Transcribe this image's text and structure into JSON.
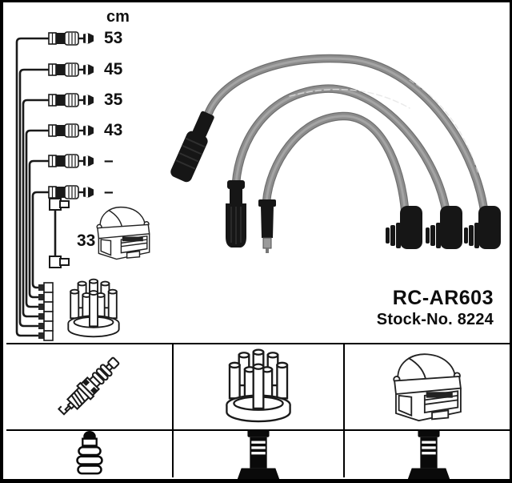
{
  "product": {
    "part_number": "RC-AR603",
    "stock_label": "Stock-No. 8224"
  },
  "measurements": {
    "unit_label": "cm",
    "rows": [
      {
        "value": "53"
      },
      {
        "value": "45"
      },
      {
        "value": "35"
      },
      {
        "value": "43"
      },
      {
        "value": "–"
      },
      {
        "value": "–"
      }
    ],
    "coil_wire_length": "33"
  },
  "diagram": {
    "left_items": [
      "six-spark-plug-cables",
      "coil-wire",
      "ignition-coil-drawing",
      "distributor-cap-drawing"
    ],
    "photo_items": [
      "three-gray-ignition-cables",
      "angled-plug-boot",
      "straight-plug-boots",
      "right-angle-plug-boots"
    ]
  },
  "legend": {
    "cells": [
      {
        "icon": "spark-plug-icon"
      },
      {
        "icon": "distributor-cap-icon"
      },
      {
        "icon": "ignition-coil-icon"
      },
      {
        "icon": "terminal-nut-icon"
      },
      {
        "icon": "din-terminal-icon"
      },
      {
        "icon": "din-terminal-icon"
      }
    ]
  },
  "colors": {
    "background": "#ffffff",
    "border": "#000000",
    "line_art": "#1a1a1a",
    "cable_gray": "#8c8c8c",
    "boot_black": "#161616"
  }
}
